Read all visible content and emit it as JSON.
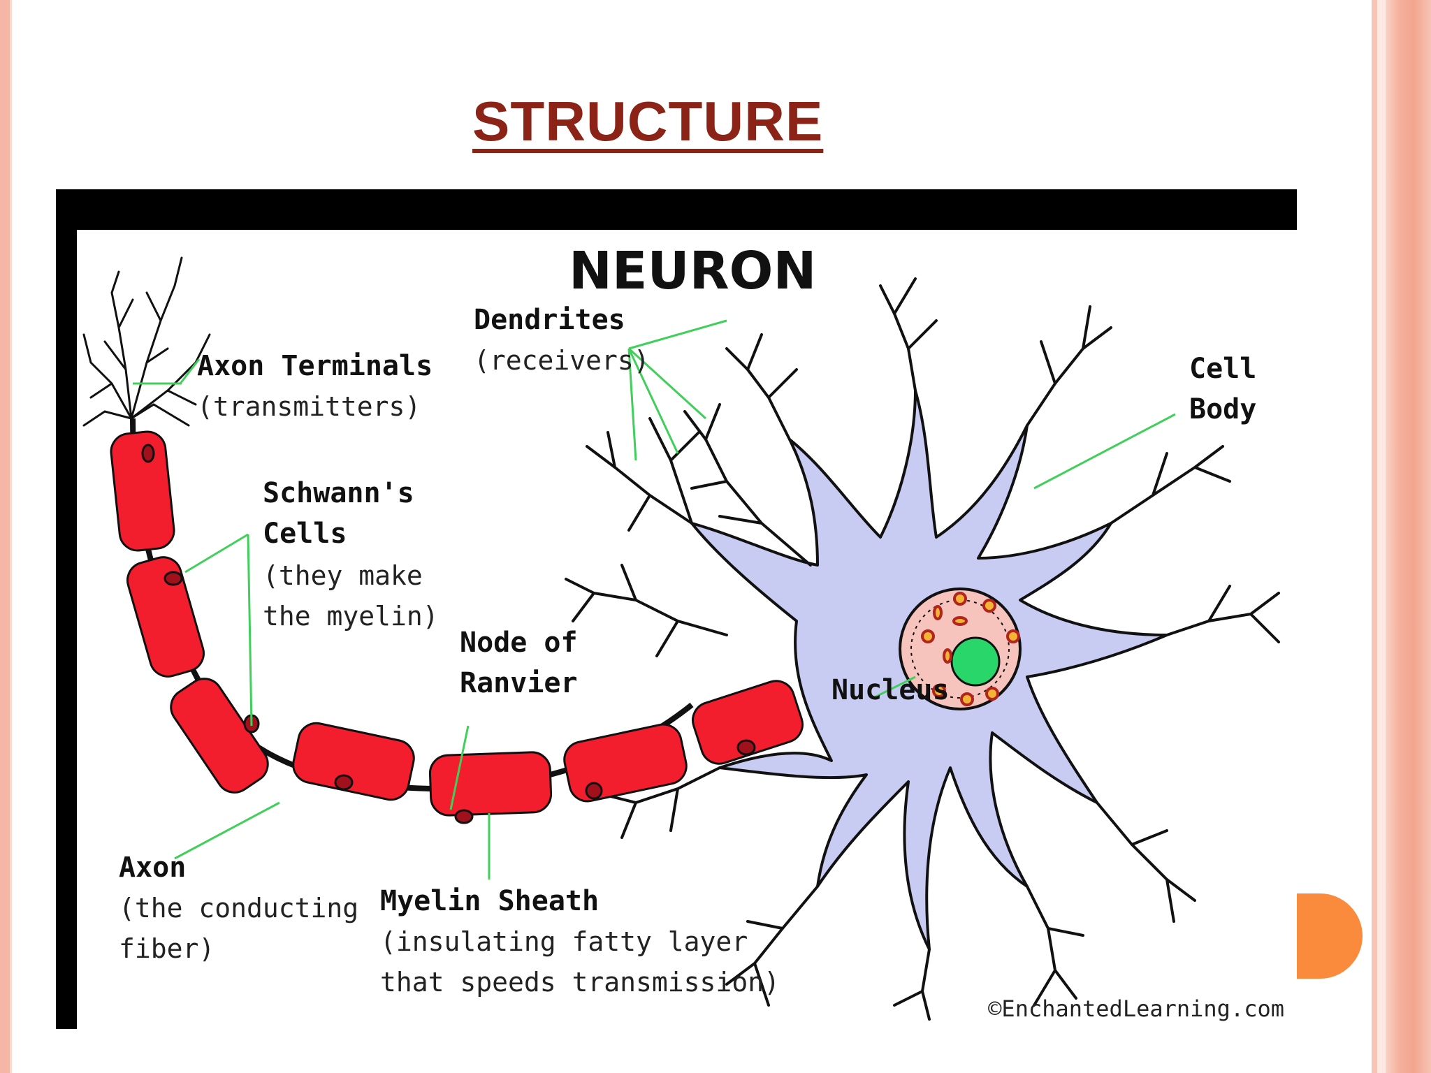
{
  "slide": {
    "title": "STRUCTURE"
  },
  "diagram": {
    "title": "NEURON",
    "labels": {
      "axon_terminals": {
        "name": "Axon Terminals",
        "desc": "(transmitters)"
      },
      "dendrites": {
        "name": "Dendrites",
        "desc": "(receivers)"
      },
      "cell_body": {
        "line1": "Cell",
        "line2": "Body"
      },
      "schwanns_cells": {
        "line1": "Schwann's",
        "line2": "Cells",
        "desc1": "(they make",
        "desc2": "the myelin)"
      },
      "node_of_ranvier": {
        "line1": "Node of",
        "line2": "Ranvier"
      },
      "nucleus": {
        "name": "Nucleus"
      },
      "axon": {
        "name": "Axon",
        "desc1": "(the conducting",
        "desc2": "fiber)"
      },
      "myelin_sheath": {
        "name": "Myelin Sheath",
        "desc1": "(insulating fatty layer",
        "desc2": "that speeds transmission)"
      }
    },
    "credit": "©EnchantedLearning.com",
    "colors": {
      "myelin": "#f21d2d",
      "cell_body": "#c8cbf2",
      "nucleus": "#f7c3bd",
      "nucleolus": "#28d66a",
      "leader_line": "#3fcf5a"
    }
  }
}
